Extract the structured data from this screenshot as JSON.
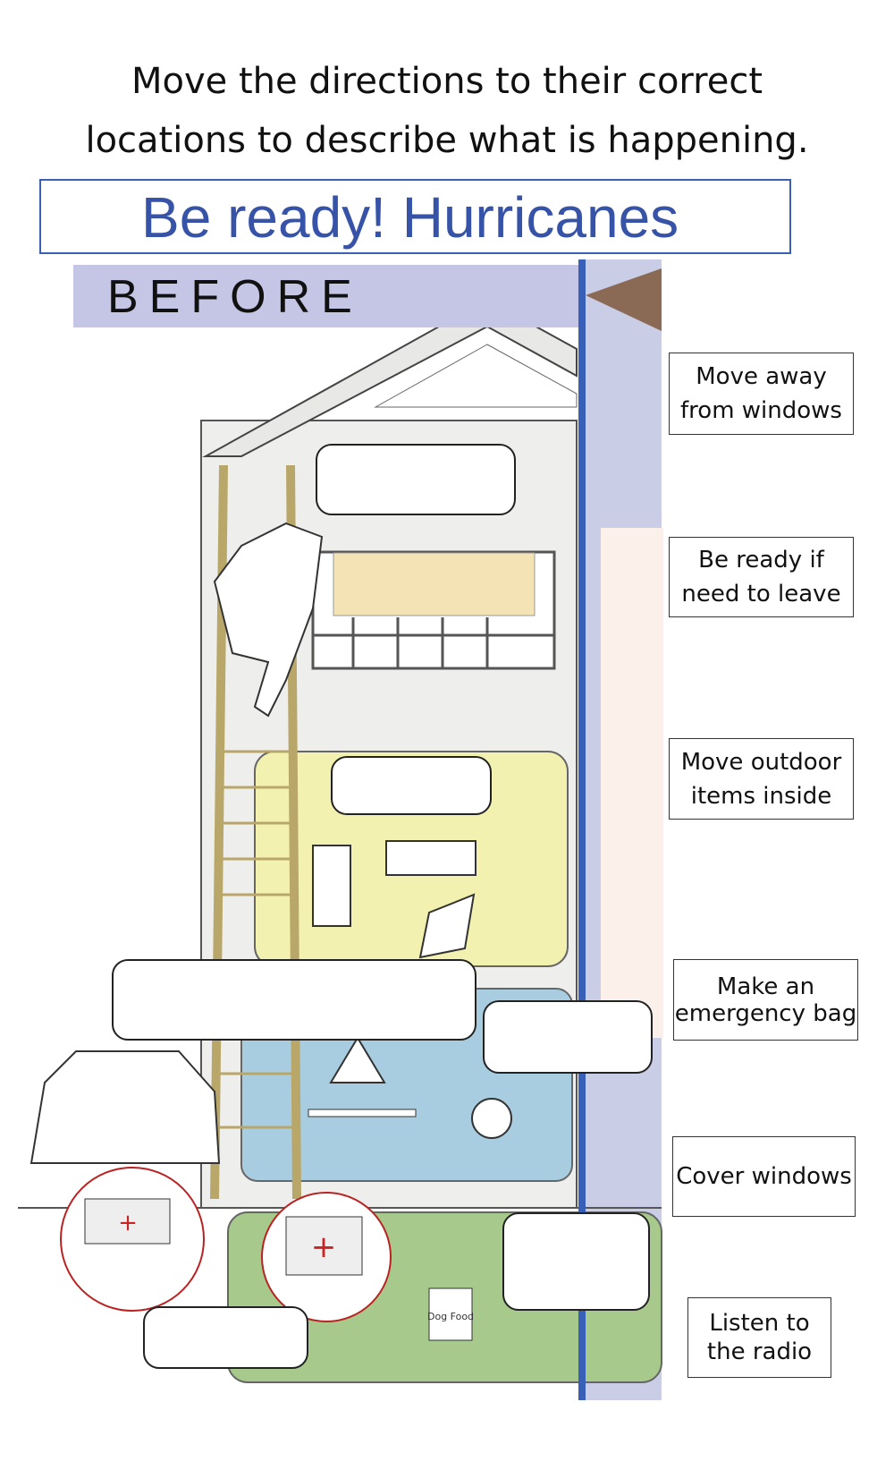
{
  "instructions": {
    "line1": "Move the directions to their correct",
    "line2": "locations to describe what is happening."
  },
  "banner": {
    "title": "Be ready!  Hurricanes",
    "color": "#3653a8"
  },
  "section": {
    "label": "BEFORE"
  },
  "labels": [
    {
      "line1": "Move away",
      "line2": "from windows"
    },
    {
      "line1": "Be ready if",
      "line2": "need to leave"
    },
    {
      "line1": "Move outdoor",
      "line2": "items inside"
    },
    {
      "line1": "Make an",
      "line2": "emergency bag"
    },
    {
      "line1": "Cover windows",
      "line2": ""
    },
    {
      "line1": "Listen to",
      "line2": "the radio"
    }
  ],
  "illustration": {
    "dog_food_label": "Dog Food"
  }
}
